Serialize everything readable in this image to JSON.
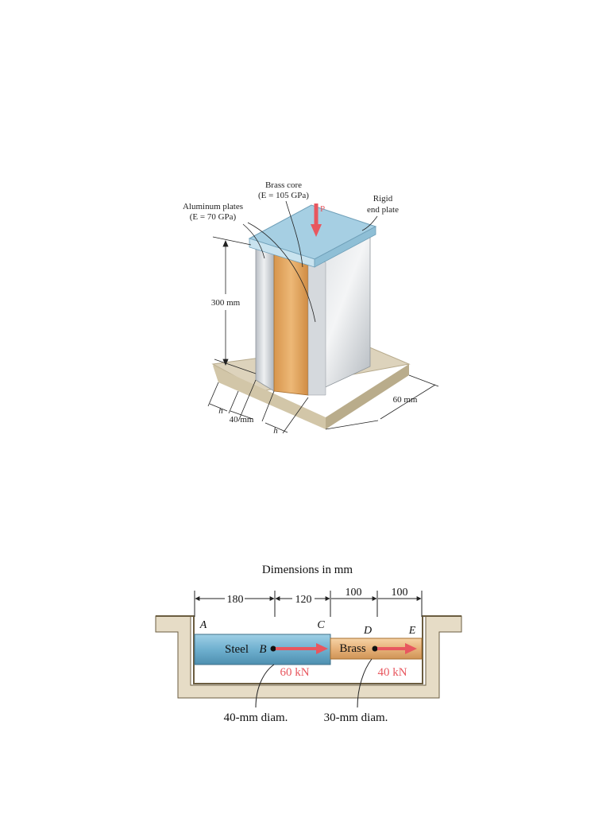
{
  "figure1": {
    "brass_core_label": "Brass core",
    "brass_core_modulus": "(E = 105 GPa)",
    "aluminum_label": "Aluminum plates",
    "aluminum_modulus": "(E = 70 GPa)",
    "rigid_label": "Rigid",
    "end_plate_label": "end plate",
    "load_label": "P",
    "height_label": "300 mm",
    "depth_label": "60 mm",
    "core_width_label": "40 mm",
    "h_left_label": "h",
    "h_right_label": "h",
    "colors": {
      "brass": "#e0a25a",
      "aluminum": "#c9cdd2",
      "plate": "#a6cfe3",
      "base": "#d8cdb4",
      "load": "#e8575f"
    }
  },
  "figure2": {
    "title": "Dimensions in mm",
    "dims": [
      "180",
      "120",
      "100",
      "100"
    ],
    "points": [
      "A",
      "B",
      "C",
      "D",
      "E"
    ],
    "steel_label": "Steel",
    "brass_label": "Brass",
    "load_B": "60 kN",
    "load_D": "40 kN",
    "steel_diam": "40-mm diam.",
    "brass_diam": "30-mm diam.",
    "colors": {
      "steel": "#6fb0cf",
      "brass": "#e7b27a",
      "load": "#e8575f",
      "wall": "#e6dcc6"
    }
  }
}
